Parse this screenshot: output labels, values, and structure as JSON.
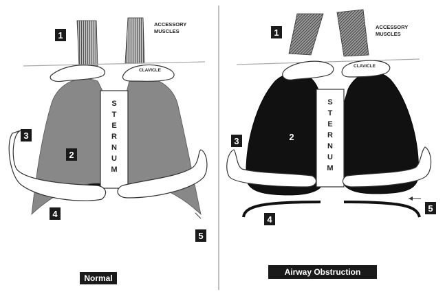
{
  "panels": [
    {
      "id": "normal",
      "caption": "Normal",
      "labels": {
        "accessory": [
          "ACCESSORY",
          "MUSCLES"
        ],
        "clavicle": "CLAVICLE",
        "sternum": [
          "S",
          "T",
          "E",
          "R",
          "N",
          "U",
          "M"
        ]
      },
      "markers": [
        "1",
        "2",
        "3",
        "4",
        "5"
      ]
    },
    {
      "id": "obstruction",
      "caption": "Airway Obstruction",
      "labels": {
        "accessory": [
          "ACCESSORY",
          "MUSCLES"
        ],
        "clavicle": "CLAVICLE",
        "sternum": [
          "S",
          "T",
          "E",
          "R",
          "N",
          "U",
          "M"
        ]
      },
      "markers": [
        "1",
        "2",
        "3",
        "4",
        "5"
      ]
    }
  ],
  "colors": {
    "lung_normal": "#8a8a8a",
    "lung_obstructed": "#0f0f0f",
    "muscle": "#9a9a9a",
    "marker_bg": "#1a1a1a",
    "divider": "#9a9a9a"
  }
}
